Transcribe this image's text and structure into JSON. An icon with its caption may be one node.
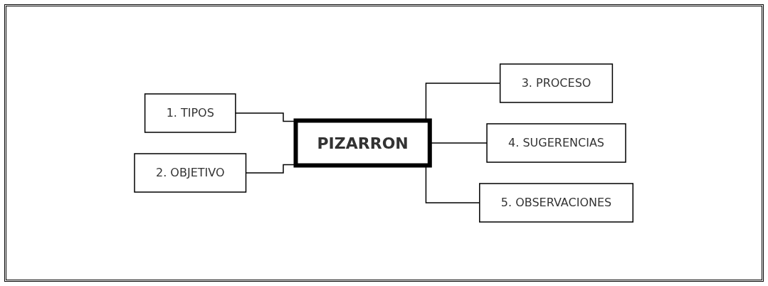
{
  "diagram": {
    "nodes": [
      {
        "text": [
          "1. TIPOS"
        ]
      },
      {
        "text": [
          "3. PROCESO"
        ]
      },
      {
        "text": [
          "PIZARRON"
        ]
      },
      {
        "text": [
          "2. OBJETIVO"
        ]
      },
      {
        "text": [
          "4. SUGERENCIAS"
        ]
      },
      {
        "text": [
          "5. OBSERVACIONES"
        ]
      }
    ],
    "edges": [
      {
        "from": 0,
        "to": 2,
        "arrow": "none"
      },
      {
        "from": 3,
        "to": 2,
        "arrow": "none"
      },
      {
        "from": 2,
        "to": 1,
        "arrow": "none"
      },
      {
        "from": 2,
        "to": 4,
        "arrow": "none"
      },
      {
        "from": 2,
        "to": 5,
        "arrow": "none"
      }
    ]
  }
}
